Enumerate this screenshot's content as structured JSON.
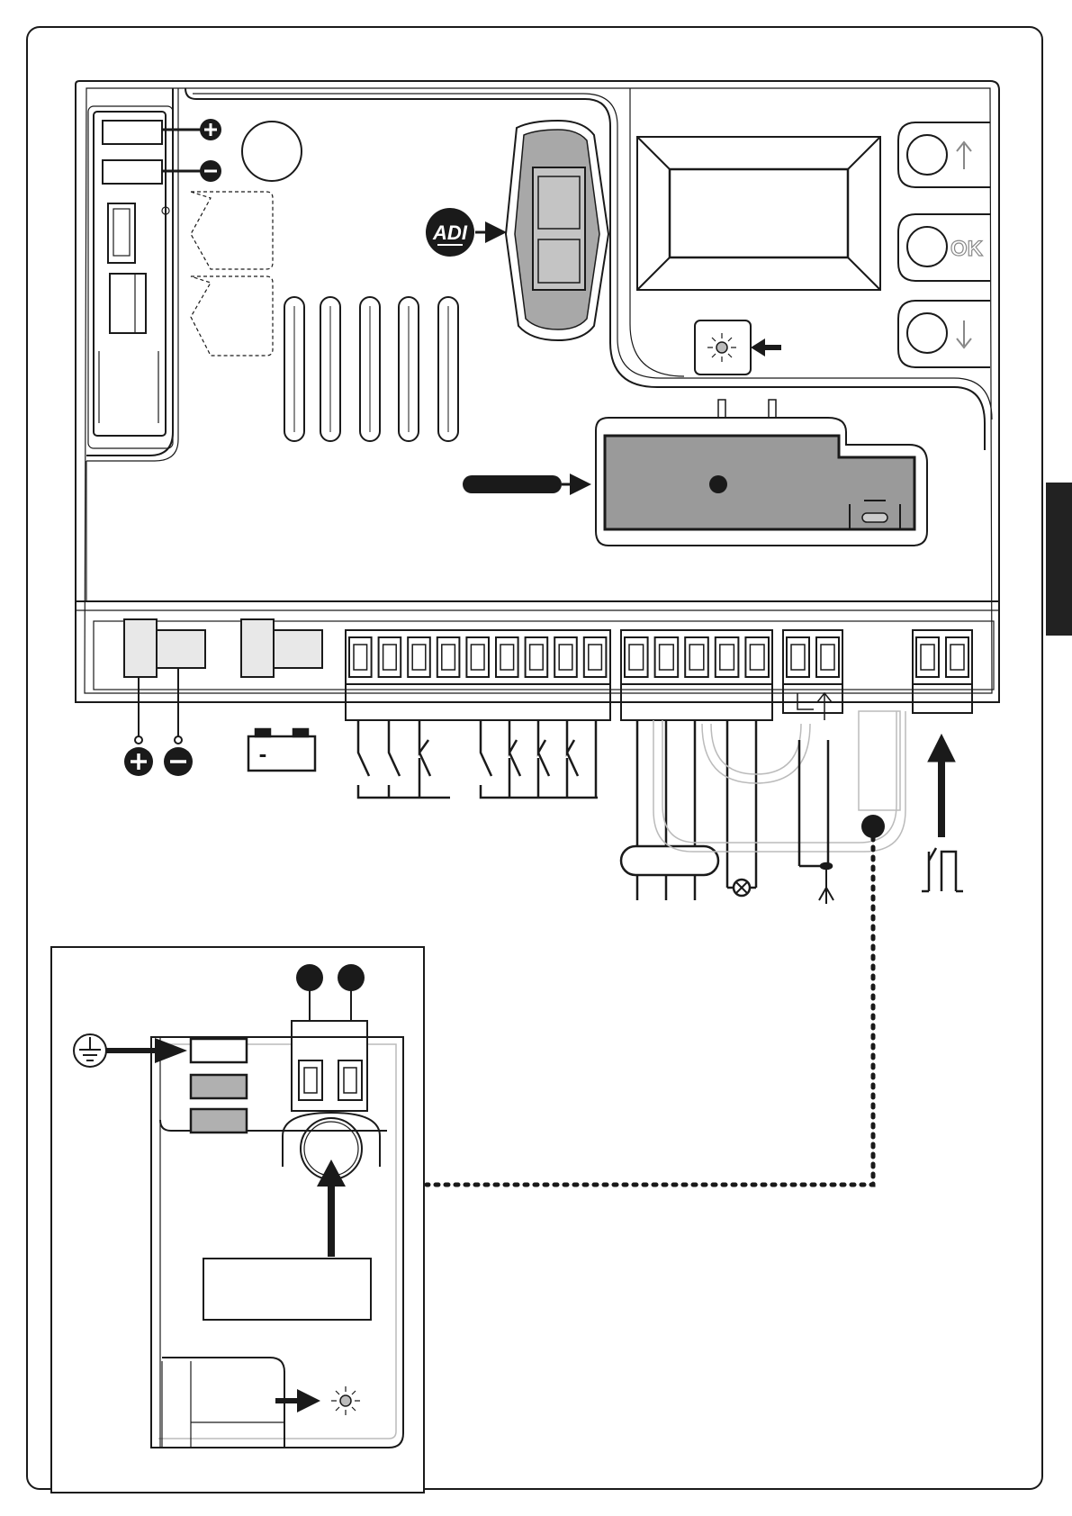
{
  "board": {
    "adi_logo": "ADI",
    "ok_label": "OK",
    "battery_minus": "-"
  },
  "buttons": [
    {
      "name": "up-button",
      "icon": "arrow-up-icon"
    },
    {
      "name": "ok-button",
      "label": "OK"
    },
    {
      "name": "down-button",
      "icon": "arrow-down-icon"
    }
  ],
  "colors": {
    "stroke": "#1a1a1a",
    "module_fill": "#9a9a9a",
    "receiver_fill": "#b0b0b0",
    "terminal_fill": "#e8e8e8",
    "side_tab": "#222222"
  }
}
